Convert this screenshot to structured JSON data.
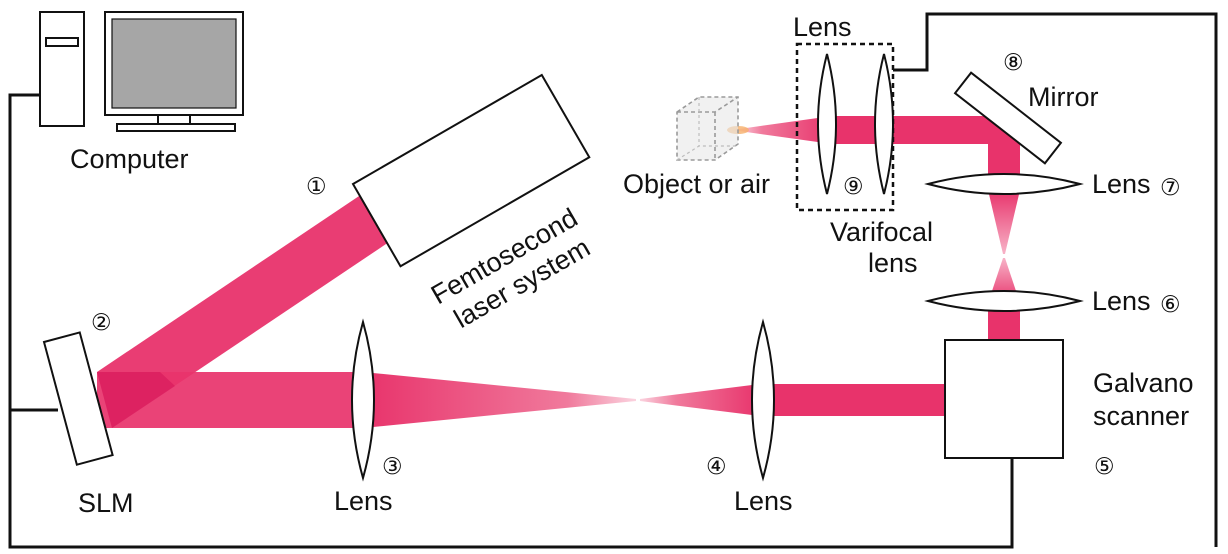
{
  "colors": {
    "beam": "#e8336b",
    "beam_dark": "#d4145a",
    "line": "#111111",
    "background": "#ffffff",
    "monitor_screen": "#a6a6a6"
  },
  "labels": {
    "computer": "Computer",
    "femtosecond_line1": "Femtosecond",
    "femtosecond_line2": "laser system",
    "slm": "SLM",
    "lens_3": "Lens",
    "lens_4": "Lens",
    "galvano_line1": "Galvano",
    "galvano_line2": "scanner",
    "lens_6": "Lens",
    "lens_7": "Lens",
    "mirror": "Mirror",
    "lens_top": "Lens",
    "varifocal_line1": "Varifocal",
    "varifocal_line2": "lens",
    "object": "Object or air"
  },
  "numbers": {
    "n1": "①",
    "n2": "②",
    "n3": "③",
    "n4": "④",
    "n5": "⑤",
    "n6": "⑥",
    "n7": "⑦",
    "n8": "⑧",
    "n9": "⑨"
  },
  "icons": {
    "computer": "desktop-computer-icon",
    "object": "wireframe-cube-icon"
  }
}
